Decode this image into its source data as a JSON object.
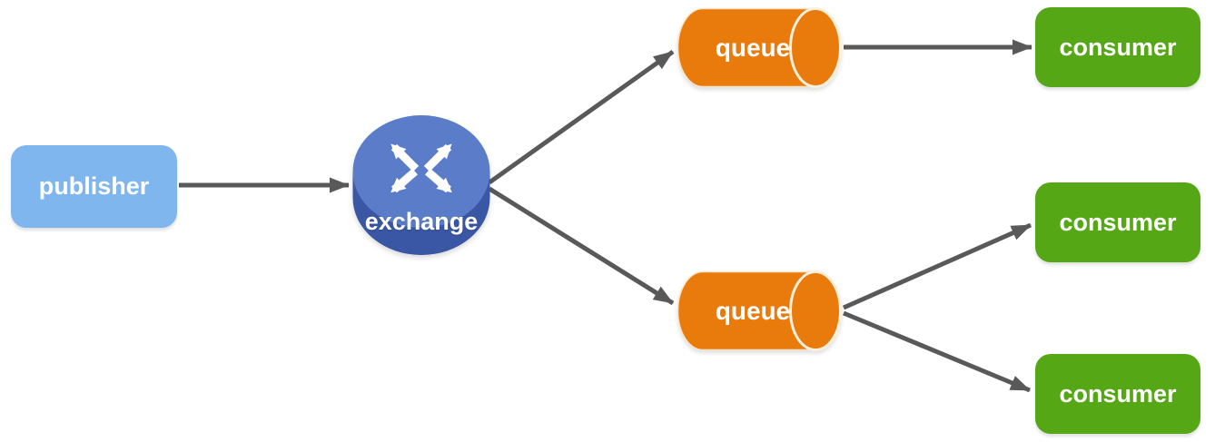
{
  "diagram": {
    "type": "message-flow-diagram",
    "background": "#ffffff",
    "arrow_color": "#595959",
    "nodes": {
      "publisher": {
        "label": "publisher",
        "fill": "#7FB6ED",
        "text_color": "#ffffff",
        "shape": "rounded-rect"
      },
      "exchange": {
        "label": "exchange",
        "top_fill": "#5B7DC9",
        "bottom_fill": "#3A57A5",
        "glyph_color": "#ffffff",
        "icon": "router-crossed-arrows-icon",
        "shape": "cylinder-vertical"
      },
      "queue_top": {
        "label": "queue",
        "fill": "#E97B0D",
        "cap_outline": "#FCF0DC",
        "text_color": "#ffffff",
        "shape": "cylinder-horizontal"
      },
      "queue_bottom": {
        "label": "queue",
        "fill": "#E97B0D",
        "cap_outline": "#FCF0DC",
        "text_color": "#ffffff",
        "shape": "cylinder-horizontal"
      },
      "consumer_top": {
        "label": "consumer",
        "fill": "#55A716",
        "text_color": "#ffffff",
        "shape": "rounded-rect"
      },
      "consumer_middle": {
        "label": "consumer",
        "fill": "#55A716",
        "text_color": "#ffffff",
        "shape": "rounded-rect"
      },
      "consumer_bottom": {
        "label": "consumer",
        "fill": "#55A716",
        "text_color": "#ffffff",
        "shape": "rounded-rect"
      }
    },
    "edges": [
      {
        "from": "publisher",
        "to": "exchange"
      },
      {
        "from": "exchange",
        "to": "queue_top"
      },
      {
        "from": "exchange",
        "to": "queue_bottom"
      },
      {
        "from": "queue_top",
        "to": "consumer_top"
      },
      {
        "from": "queue_bottom",
        "to": "consumer_middle"
      },
      {
        "from": "queue_bottom",
        "to": "consumer_bottom"
      }
    ]
  }
}
